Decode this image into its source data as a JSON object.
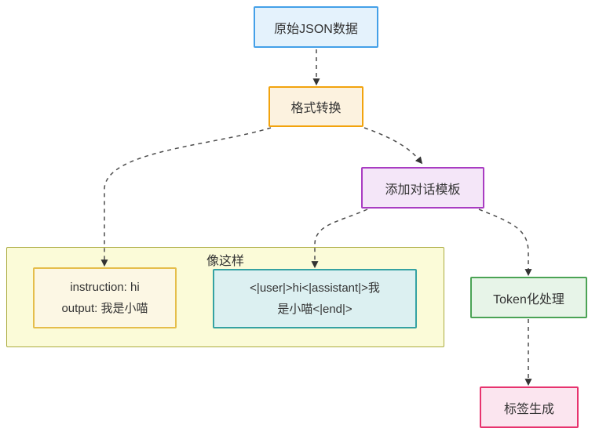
{
  "diagram": {
    "nodes": {
      "source": {
        "label": "原始JSON数据",
        "border": "#44A0E8",
        "fill": "#E4F2FC"
      },
      "format": {
        "label": "格式转换",
        "border": "#F2A30D",
        "fill": "#FCF2DF"
      },
      "template": {
        "label": "添加对话模板",
        "border": "#A93CC2",
        "fill": "#F4E6F8"
      },
      "tokenize": {
        "label": "Token化处理",
        "border": "#4BA355",
        "fill": "#E7F4E8"
      },
      "label_gen": {
        "label": "标签生成",
        "border": "#E7336E",
        "fill": "#FBE5EF"
      }
    },
    "example_group": {
      "label": "像这样",
      "border": "#ABAB3F",
      "fill": "#FBFBD8",
      "instruction_example": {
        "line1": "instruction: hi",
        "line2": "output: 我是小喵",
        "border": "#E5BE4B",
        "fill": "#FCF7E4"
      },
      "template_example": {
        "line1": "<|user|>hi<|assistant|>我",
        "line2": "是小喵<|end|>",
        "border": "#35A2A2",
        "fill": "#DCF0F1"
      }
    },
    "edge_color": "#4D4D4D",
    "arrow_color": "#333333"
  }
}
